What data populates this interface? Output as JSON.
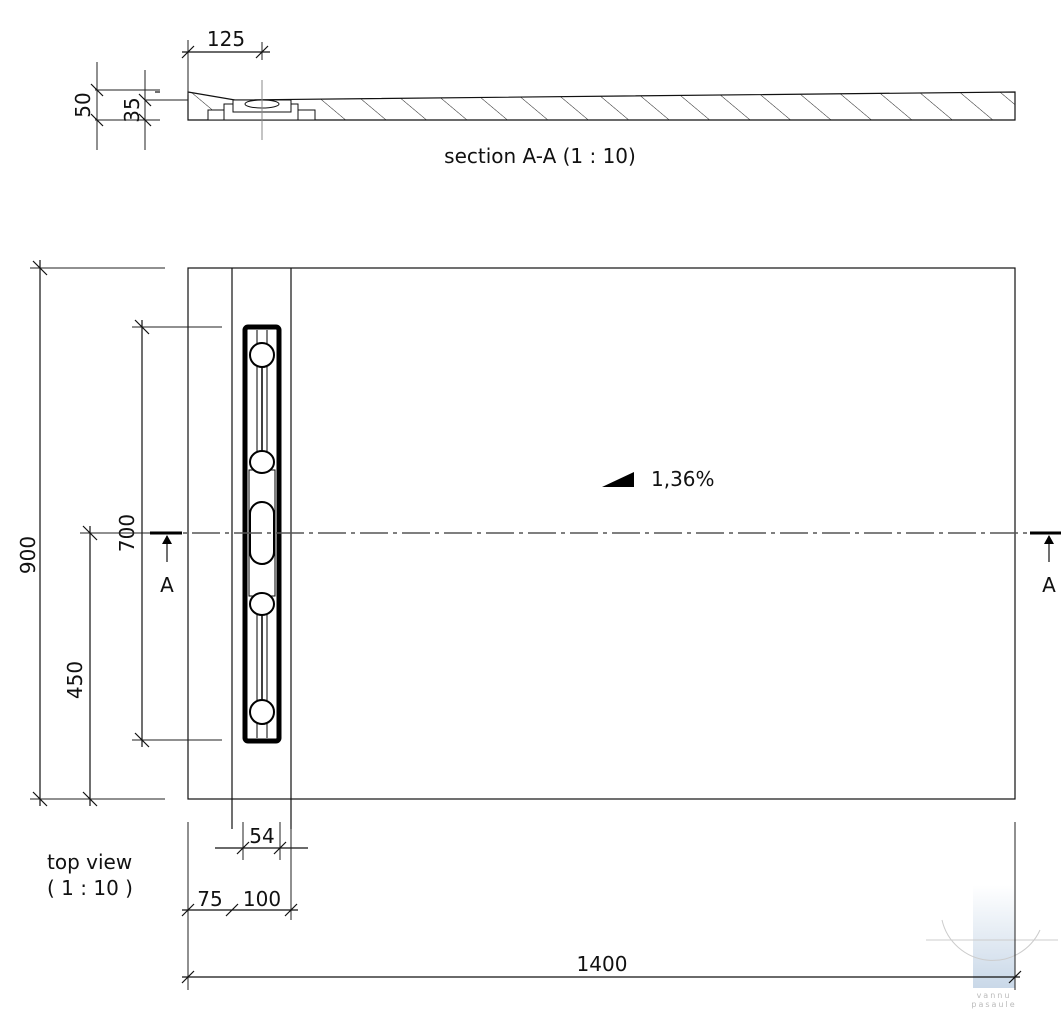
{
  "section": {
    "title": "section A-A (1 : 10)",
    "dims": {
      "width_125": "125",
      "height_50": "50",
      "height_35": "35"
    }
  },
  "top_view": {
    "title_line1": "top view",
    "title_line2": "( 1 : 10 )",
    "slope": "1,36%",
    "section_marker": "A",
    "dims": {
      "height_900": "900",
      "drain_length_700": "700",
      "offset_450": "450",
      "grate_width_54": "54",
      "offset_75": "75",
      "channel_width_100": "100",
      "length_1400": "1400"
    }
  },
  "watermark": {
    "text_line1": "vannu",
    "text_line2": "pasaule"
  }
}
